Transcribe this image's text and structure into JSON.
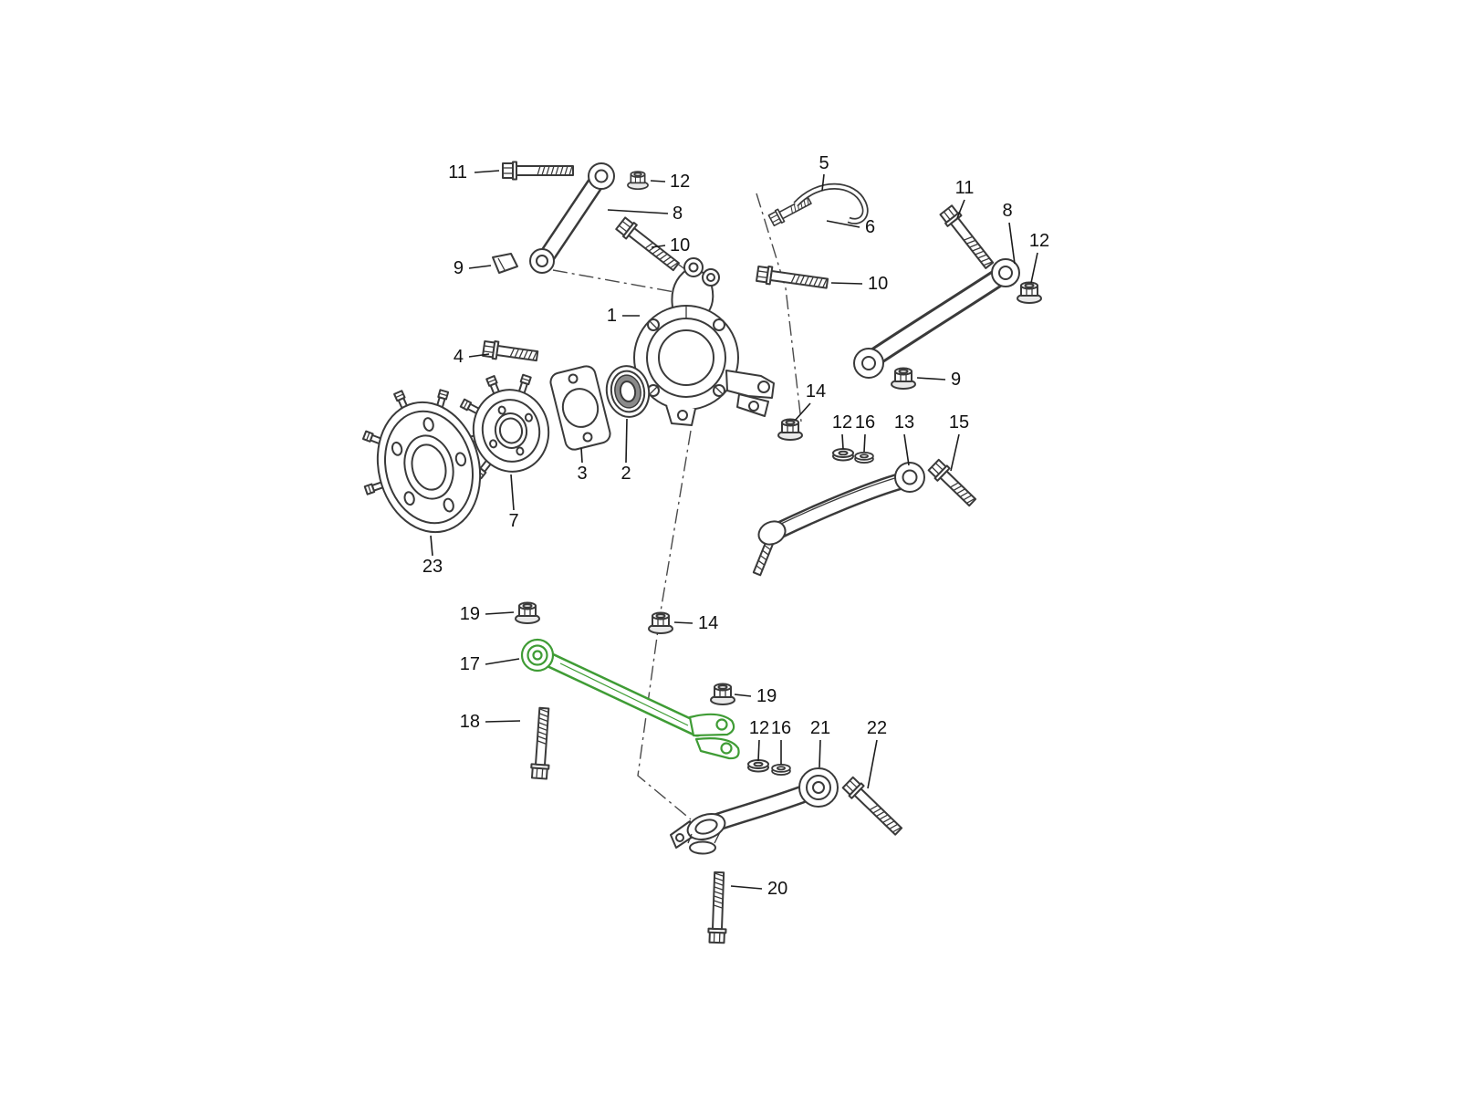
{
  "diagram": {
    "kind": "exploded-parts-diagram",
    "subject": "rear axle suspension components",
    "highlighted_part_label": "17",
    "colors": {
      "background": "#ffffff",
      "line": "#3a3a3a",
      "highlight": "#3f9c35",
      "label_text": "#111111"
    }
  },
  "callouts": [
    {
      "text": "11"
    },
    {
      "text": "12"
    },
    {
      "text": "8"
    },
    {
      "text": "9"
    },
    {
      "text": "10"
    },
    {
      "text": "5"
    },
    {
      "text": "6"
    },
    {
      "text": "11"
    },
    {
      "text": "8"
    },
    {
      "text": "12"
    },
    {
      "text": "10"
    },
    {
      "text": "1"
    },
    {
      "text": "4"
    },
    {
      "text": "14"
    },
    {
      "text": "9"
    },
    {
      "text": "12"
    },
    {
      "text": "16"
    },
    {
      "text": "13"
    },
    {
      "text": "15"
    },
    {
      "text": "2"
    },
    {
      "text": "3"
    },
    {
      "text": "7"
    },
    {
      "text": "23"
    },
    {
      "text": "19"
    },
    {
      "text": "14"
    },
    {
      "text": "17"
    },
    {
      "text": "19"
    },
    {
      "text": "18"
    },
    {
      "text": "12"
    },
    {
      "text": "16"
    },
    {
      "text": "21"
    },
    {
      "text": "22"
    },
    {
      "text": "20"
    }
  ]
}
